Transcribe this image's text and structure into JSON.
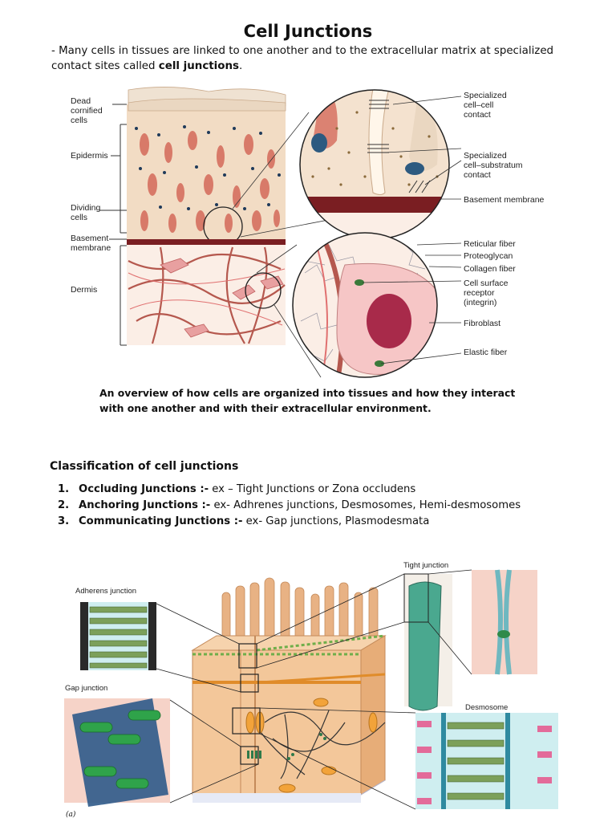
{
  "title": "Cell Junctions",
  "intro": {
    "text": "- Many cells in tissues are linked to one another and to the extracellular matrix at specialized contact sites called ",
    "bold": "cell junctions",
    "end": "."
  },
  "tissue_figure": {
    "left_labels": {
      "dead_cells": [
        "Dead",
        "cornified",
        "cells"
      ],
      "epidermis": "Epidermis",
      "dividing_cells": [
        "Dividing",
        "cells"
      ],
      "basement_membrane": [
        "Basement",
        "membrane"
      ],
      "dermis": "Dermis"
    },
    "right_labels": {
      "cell_cell": [
        "Specialized",
        "cell–cell",
        "contact"
      ],
      "cell_substratum": [
        "Specialized",
        "cell–substratum",
        "contact"
      ],
      "basement_membrane": "Basement membrane",
      "reticular_fiber": "Reticular fiber",
      "proteoglycan": "Proteoglycan",
      "collagen_fiber": "Collagen fiber",
      "receptor": [
        "Cell surface",
        "receptor",
        "(integrin)"
      ],
      "fibroblast": "Fibroblast",
      "elastic_fiber": "Elastic fiber"
    },
    "colors": {
      "epidermis_cell": "#f2dcc4",
      "nucleus": "#d46a5a",
      "basement": "#7a1e22",
      "dermis_bg": "#fbeee6",
      "collagen": "#b5584e",
      "elastic": "#e07070",
      "fibroblast_nucleus": "#a82a4a"
    }
  },
  "caption": "An overview of how cells are organized into tissues and how they interact with one another and with their extracellular environment.",
  "classification": {
    "heading": "Classification of cell junctions",
    "items": [
      {
        "num": "1.",
        "name": "Occluding Junctions :-",
        "examples": " ex – Tight Junctions or Zona occludens"
      },
      {
        "num": "2.",
        "name": "Anchoring Junctions :-",
        "examples": " ex- Adhrenes junctions, Desmosomes, Hemi-desmosomes"
      },
      {
        "num": "3.",
        "name": "Communicating Junctions :-",
        "examples": " ex- Gap junctions, Plasmodesmata"
      }
    ]
  },
  "junction_figure": {
    "labels": {
      "adherens": "Adherens junction",
      "tight": "Tight junction",
      "gap": "Gap junction",
      "desmosome": "Desmosome",
      "figure_letter": "(a)"
    },
    "colors": {
      "cell": "#f3c79a",
      "cell_side": "#e7ad78",
      "microvilli": "#e8b284",
      "tight_strand": "#4aa88f",
      "gap_tube": "#2fa34a",
      "desmosome_plaque": "#f2a33a",
      "pink_link": "#e36b9a",
      "panel_bg": "#cfeef0"
    }
  }
}
